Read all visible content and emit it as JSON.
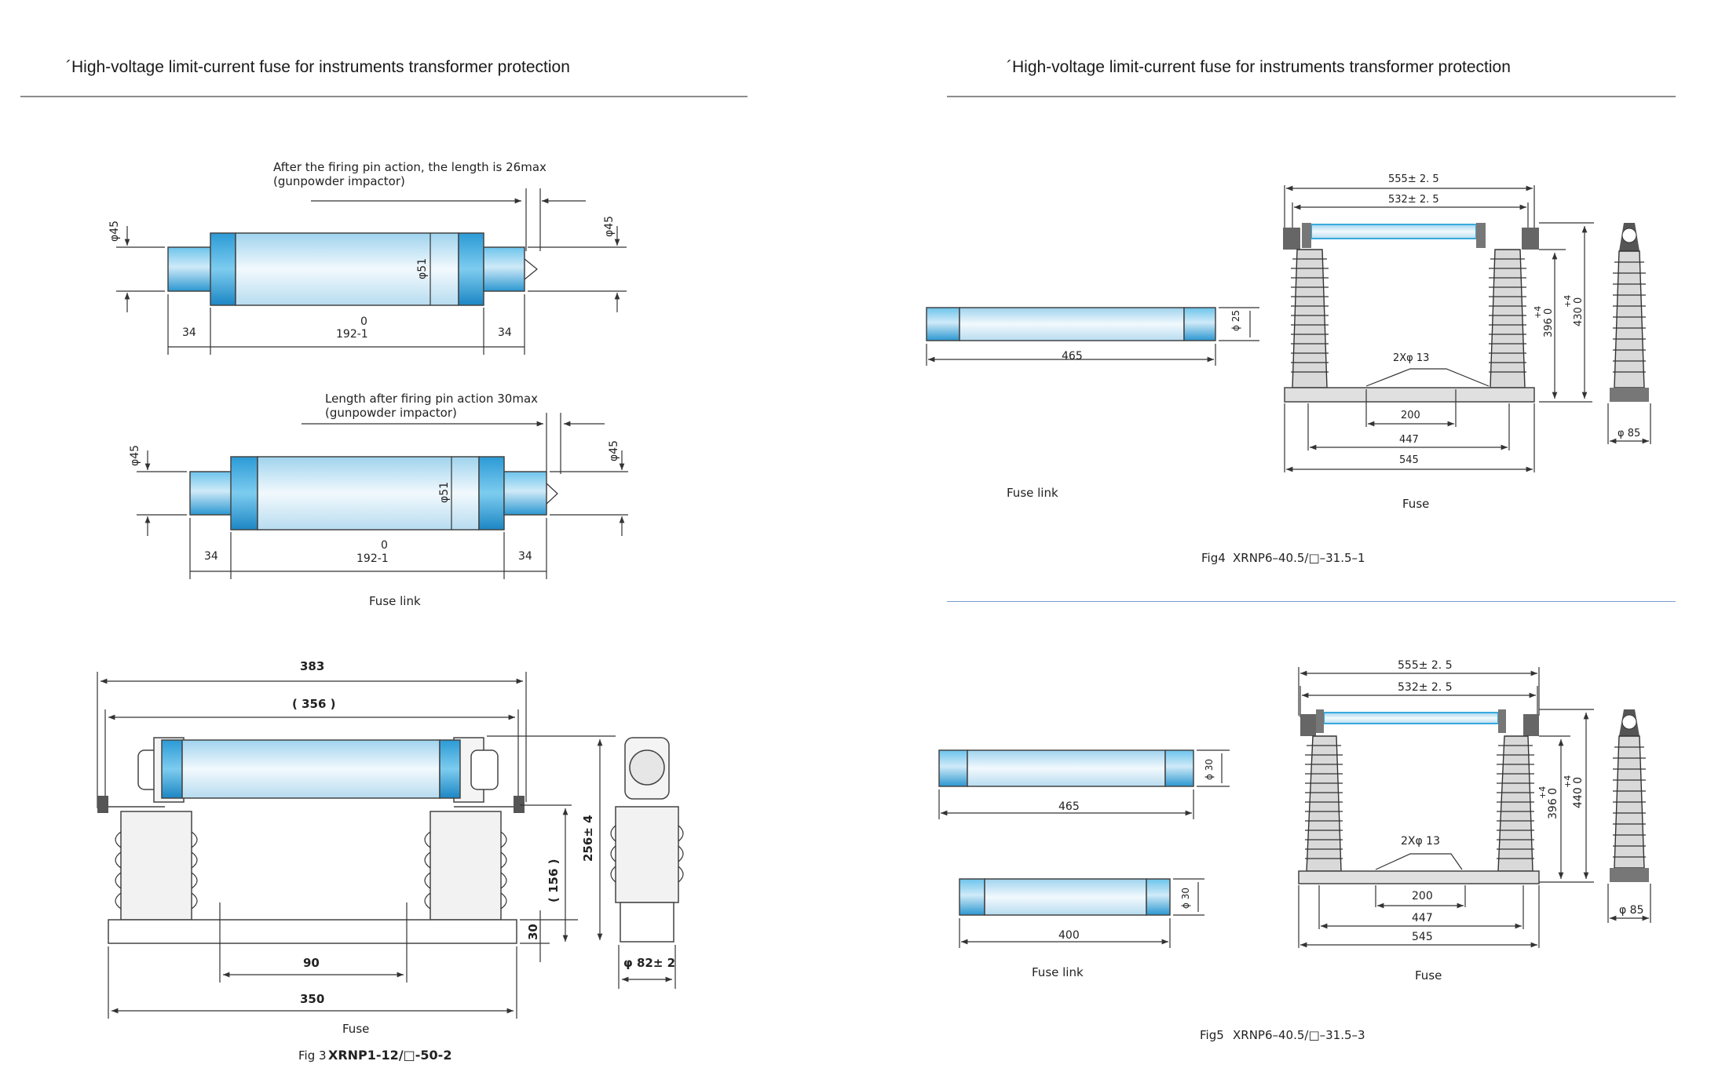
{
  "page": {
    "left_header": "´High-voltage limit-current fuse for instruments transformer protection",
    "right_header": "´High-voltage limit-current fuse for instruments transformer protection"
  },
  "colors": {
    "fuse_blue": "#39a9de",
    "fuse_body": "#d7ecf8",
    "line": "#333333",
    "rule": "#8c8c8c"
  },
  "fuse_link_a": {
    "note_line1": "After the firing pin action, the length is 26max",
    "note_line2": "(gunpowder impactor)",
    "dia_end_left": "φ45",
    "dia_end_right": "φ45",
    "dia_body": "φ51",
    "len_left_cap": "34",
    "len_right_cap": "34",
    "len_body_top": "0",
    "len_body": "192-1"
  },
  "fuse_link_b": {
    "note_line1": "Length after firing pin action 30max",
    "note_line2": "(gunpowder impactor)",
    "dia_end_left": "φ45",
    "dia_end_right": "φ45",
    "dia_body": "φ51",
    "len_left_cap": "34",
    "len_right_cap": "34",
    "len_body_top": "0",
    "len_body": "192-1",
    "caption": "Fuse link"
  },
  "fig3": {
    "dim_383": "383",
    "dim_356": "( 356 )",
    "dim_156": "( 156 )",
    "dim_256": "256± 4",
    "dim_30": "30",
    "dim_90": "90",
    "dim_350": "350",
    "dim_phi82": "φ 82± 2",
    "caption_fuse": "Fuse",
    "caption_prefix": "Fig 3",
    "caption_model": "XRNP1-12/□-50-2"
  },
  "fig4": {
    "link_dia": "ϕ 25",
    "link_len": "465",
    "link_caption": "Fuse link",
    "dim_555": "555± 2. 5",
    "dim_532": "532± 2. 5",
    "dim_396": "396 0",
    "dim_396_tol": "+4",
    "dim_430": "430 0",
    "dim_430_tol": "+4",
    "holes": "2Xφ 13",
    "dim_200": "200",
    "dim_447": "447",
    "dim_545": "545",
    "dim_phi85": "φ 85",
    "caption_fuse": "Fuse",
    "caption_prefix": "Fig4",
    "caption_model": "XRNP6–40.5/□–31.5–1"
  },
  "fig5": {
    "link1_dia": "ϕ 30",
    "link1_len": "465",
    "link2_dia": "ϕ 30",
    "link2_len": "400",
    "link_caption": "Fuse link",
    "dim_555": "555± 2. 5",
    "dim_532": "532± 2. 5",
    "dim_396": "396 0",
    "dim_396_tol": "+4",
    "dim_440": "440 0",
    "dim_440_tol": "+4",
    "holes": "2Xφ 13",
    "dim_200": "200",
    "dim_447": "447",
    "dim_545": "545",
    "dim_phi85": "φ 85",
    "caption_fuse": "Fuse",
    "caption_prefix": "Fig5",
    "caption_model": "XRNP6–40.5/□–31.5–3"
  }
}
